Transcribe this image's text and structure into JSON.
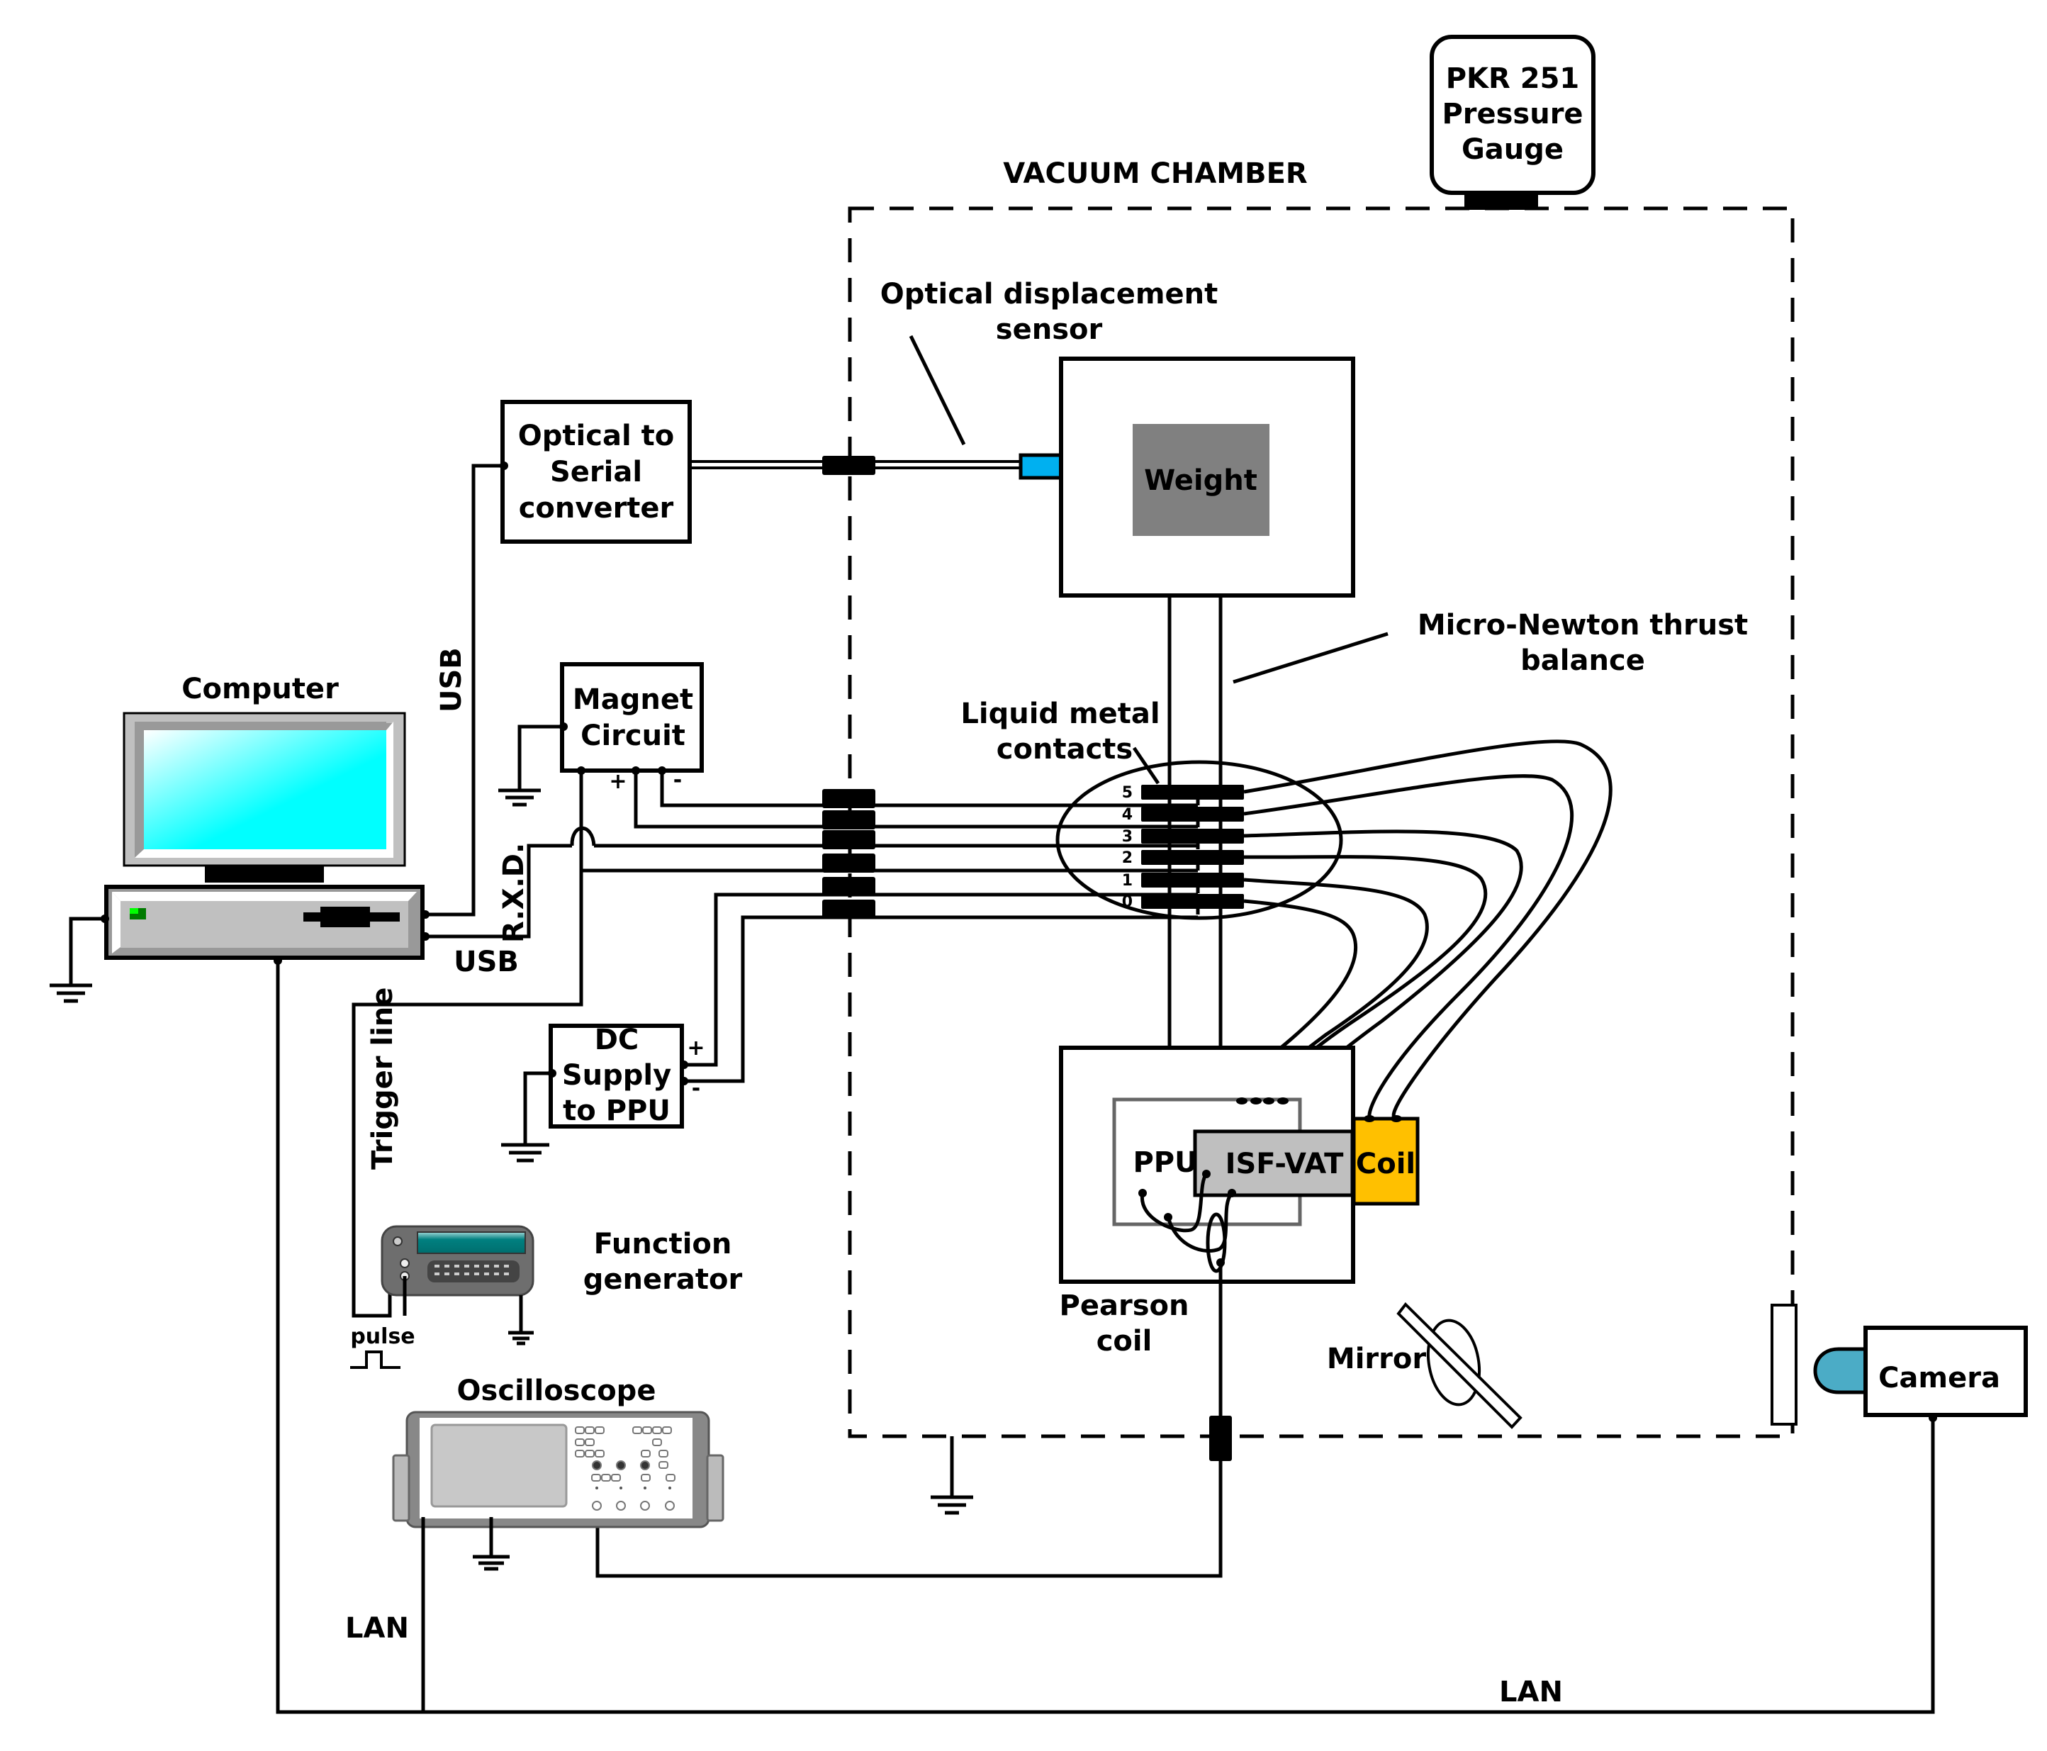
{
  "labels": {
    "vacuum_chamber": "VACUUM CHAMBER",
    "pressure_gauge": [
      "PKR 251",
      "Pressure",
      "Gauge"
    ],
    "optical_sensor": [
      "Optical displacement",
      "sensor"
    ],
    "weight": "Weight",
    "optical_converter": [
      "Optical to",
      "Serial",
      "converter"
    ],
    "thrust_balance": [
      "Micro-Newton thrust",
      "balance"
    ],
    "liquid_metal": [
      "Liquid metal",
      "contacts"
    ],
    "magnet_circuit": [
      "Magnet",
      "Circuit"
    ],
    "computer": "Computer",
    "usb_vertical": "USB",
    "usb_horizontal": "USB",
    "rxd": "R.X.D.",
    "trigger_line": "Trigger line",
    "dc_supply": [
      "DC",
      "Supply",
      "to PPU"
    ],
    "function_generator": [
      "Function",
      "generator"
    ],
    "pulse": "pulse",
    "oscilloscope": "Oscilloscope",
    "ppu": "PPU",
    "isf_vat": "ISF-VAT",
    "coil": "Coil",
    "pearson_coil": [
      "Pearson",
      "coil"
    ],
    "mirror": "Mirror",
    "camera": "Camera",
    "lan_left": "LAN",
    "lan_bottom": "LAN",
    "plus": "+",
    "minus": "-"
  },
  "contacts": [
    "5",
    "4",
    "3",
    "2",
    "1",
    "0"
  ],
  "colors": {
    "sensor_blue": "#00B0F0",
    "weight_gray": "#808080",
    "isf_vat_gray": "#BFBFBF",
    "coil_yellow": "#FFC000",
    "camera_lens": "#4BACC6",
    "screen_cyan": "#00FFFF",
    "fg_display": "#008080"
  }
}
